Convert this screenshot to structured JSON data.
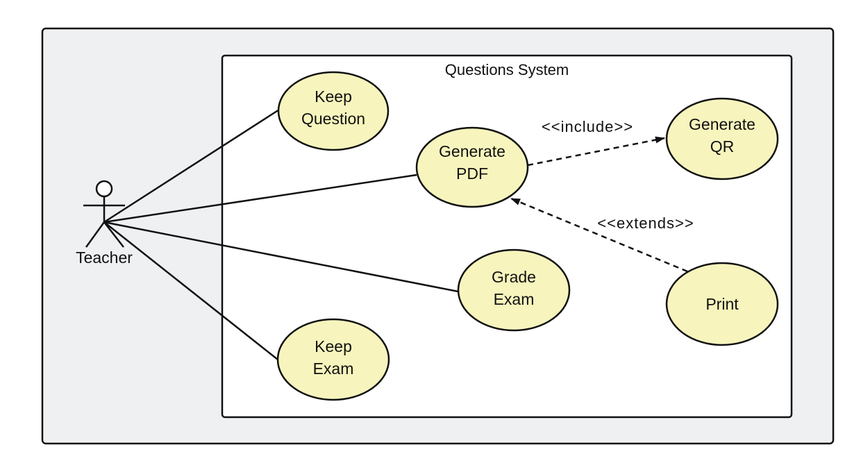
{
  "colors": {
    "outer_background": "#eff0f2",
    "system_background": "#ffffff",
    "use_case_fill": "#f7f5bd",
    "line": "#111111"
  },
  "system": {
    "title": "Questions System"
  },
  "actor": {
    "name": "Teacher"
  },
  "use_cases": {
    "keep_question": [
      "Keep",
      "Question"
    ],
    "generate_pdf": [
      "Generate",
      "PDF"
    ],
    "generate_qr": [
      "Generate",
      "QR"
    ],
    "grade_exam": [
      "Grade",
      "Exam"
    ],
    "keep_exam": [
      "Keep",
      "Exam"
    ],
    "print": [
      "Print"
    ]
  },
  "relationships": {
    "include": "<<include>>",
    "extends": "<<extends>>"
  }
}
